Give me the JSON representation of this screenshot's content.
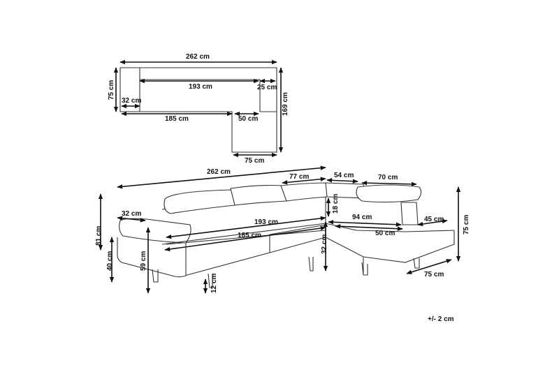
{
  "tolerance": "+/- 2 cm",
  "top_view": {
    "overall_width": "262 cm",
    "seat_width": "193 cm",
    "armrest_offset": "25 cm",
    "depth": "75 cm",
    "arm_width": "32 cm",
    "total_depth": "169 cm",
    "long_side": "185 cm",
    "chaise_inner": "50 cm",
    "chaise_width": "75 cm"
  },
  "front_view": {
    "overall_width": "262 cm",
    "headrest_1": "77 cm",
    "headrest_2": "54 cm",
    "headrest_3": "70 cm",
    "arm_width": "32 cm",
    "backrest_height": "18 cm",
    "chaise_seat": "94 cm",
    "chaise_end": "45 cm",
    "seat_width": "193 cm",
    "chaise_depth": "50 cm",
    "seat_length": "185 cm",
    "total_height": "81 cm",
    "seat_height_inner": "59 cm",
    "seat_height": "40 cm",
    "back_height": "32 cm",
    "leg_height": "12 cm",
    "chaise_width": "75 cm",
    "side_height": "75 cm"
  }
}
